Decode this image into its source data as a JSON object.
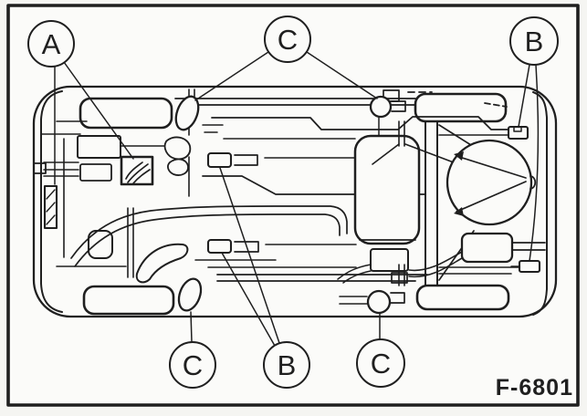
{
  "figure": {
    "code": "F-6801"
  },
  "colors": {
    "ink": "#1f1f1f",
    "paper": "#fbfbf9"
  },
  "callouts": [
    {
      "letter": "A"
    },
    {
      "letter": "C"
    },
    {
      "letter": "B"
    },
    {
      "letter": "C"
    },
    {
      "letter": "B"
    },
    {
      "letter": "C"
    }
  ]
}
